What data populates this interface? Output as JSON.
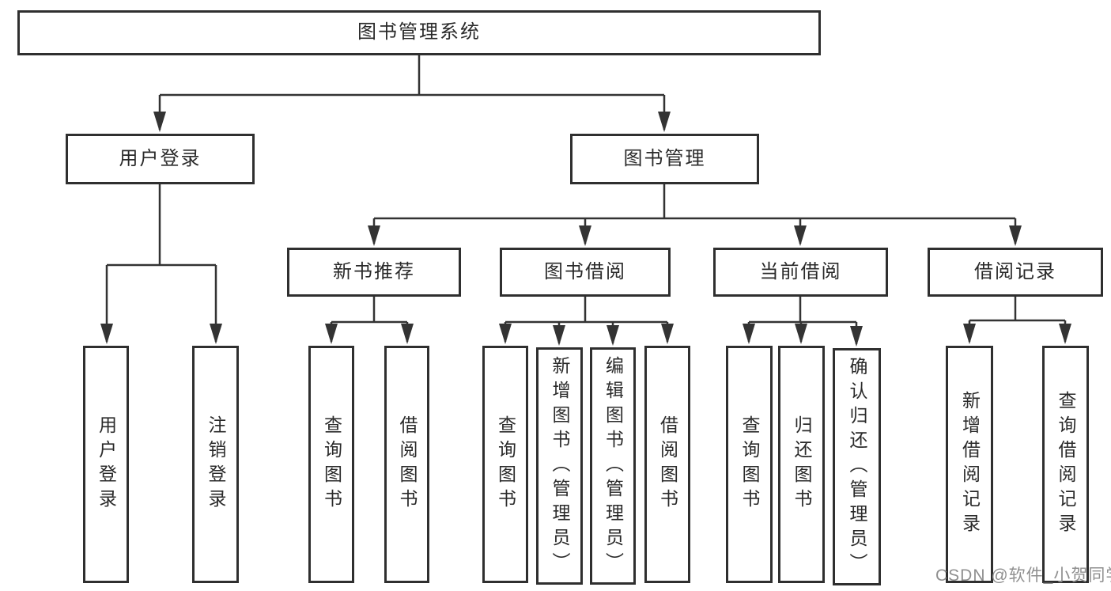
{
  "diagram": {
    "title": "图书管理系统",
    "root": {
      "label": "图书管理系统"
    },
    "level2": [
      {
        "label": "用户登录"
      },
      {
        "label": "图书管理"
      }
    ],
    "level3": [
      {
        "label": "新书推荐"
      },
      {
        "label": "图书借阅"
      },
      {
        "label": "当前借阅"
      },
      {
        "label": "借阅记录"
      }
    ],
    "leaves": [
      {
        "parent": "用户登录",
        "label": "用户登录"
      },
      {
        "parent": "用户登录",
        "label": "注销登录"
      },
      {
        "parent": "新书推荐",
        "label": "查询图书"
      },
      {
        "parent": "新书推荐",
        "label": "借阅图书"
      },
      {
        "parent": "图书借阅",
        "label": "查询图书"
      },
      {
        "parent": "图书借阅",
        "label": "新增图书（管理员）"
      },
      {
        "parent": "图书借阅",
        "label": "编辑图书（管理员）"
      },
      {
        "parent": "图书借阅",
        "label": "借阅图书"
      },
      {
        "parent": "当前借阅",
        "label": "查询图书"
      },
      {
        "parent": "当前借阅",
        "label": "归还图书"
      },
      {
        "parent": "当前借阅",
        "label": "确认归还（管理员）"
      },
      {
        "parent": "借阅记录",
        "label": "新增借阅记录"
      },
      {
        "parent": "借阅记录",
        "label": "查询借阅记录"
      }
    ]
  },
  "watermark": {
    "text": "CSDN @软件_小贺同学"
  },
  "colors": {
    "line": "#333333",
    "box_border": "#2f2f2f",
    "background": "#ffffff",
    "text": "#2a2a2a",
    "watermark": "#8f8f8f"
  }
}
